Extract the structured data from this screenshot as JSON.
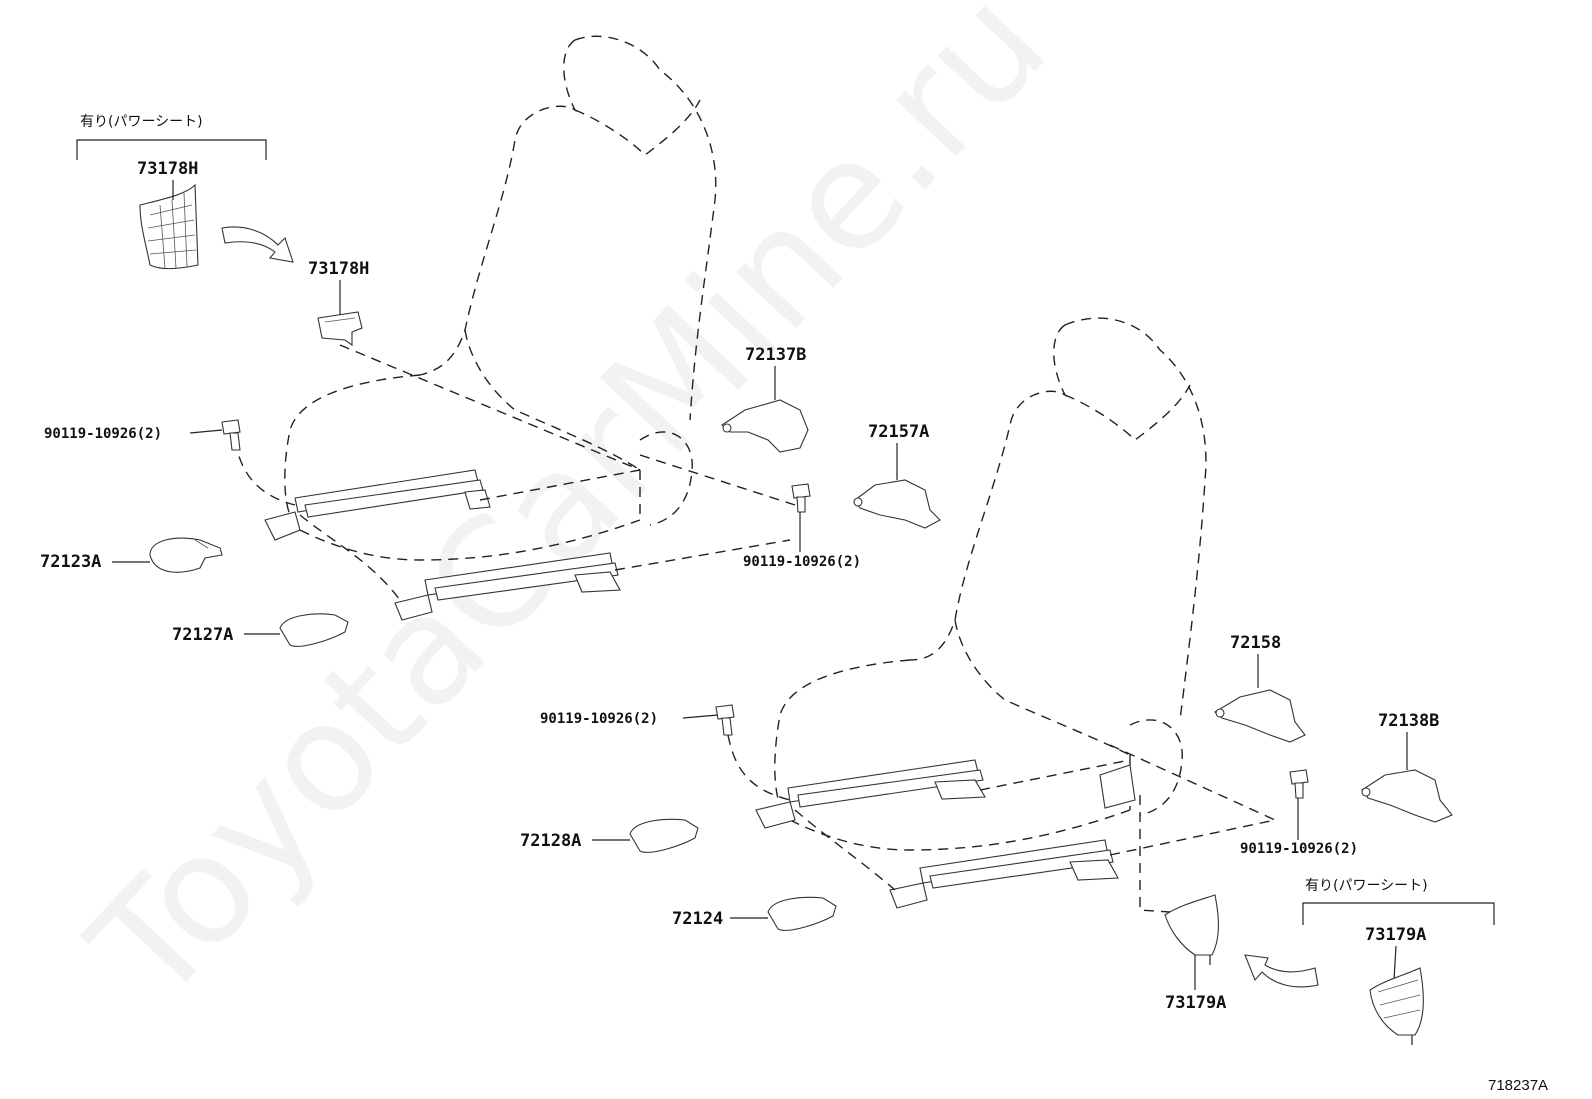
{
  "watermark": "ToyotaCarMine.ru",
  "figure_ref": "718237A",
  "option_note": "有り(パワーシート)",
  "labels": {
    "p73178H_a": "73178H",
    "p73178H_b": "73178H",
    "p72137B": "72137B",
    "p72157A": "72157A",
    "bolt_a": "90119-10926(2)",
    "bolt_b": "90119-10926(2)",
    "bolt_c": "90119-10926(2)",
    "bolt_d": "90119-10926(2)",
    "p72123A": "72123A",
    "p72127A": "72127A",
    "p72158": "72158",
    "p72138B": "72138B",
    "p72128A": "72128A",
    "p72124": "72124",
    "p73179A_a": "73179A",
    "p73179A_b": "73179A"
  }
}
